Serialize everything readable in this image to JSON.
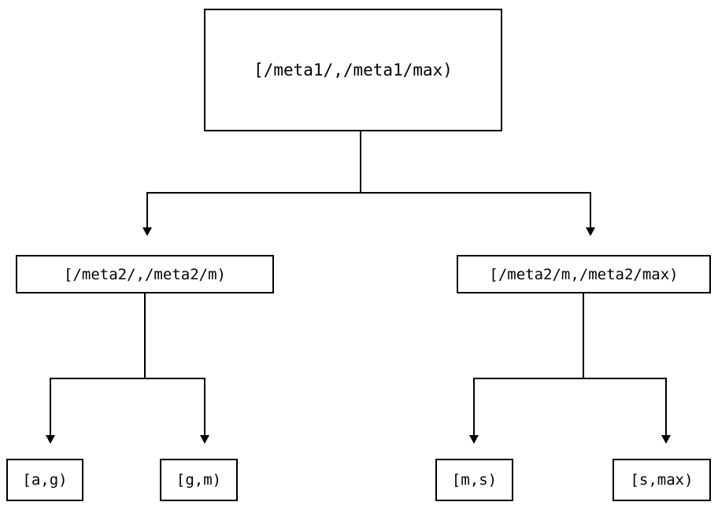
{
  "diagram": {
    "type": "tree",
    "title": "",
    "colors": {
      "background": "#ffffff",
      "stroke": "#000000",
      "text": "#000000",
      "node_fill": "#ffffff"
    },
    "root": {
      "label": "[/meta1/,/meta1/max)"
    },
    "level2": [
      {
        "label": "[/meta2/,/meta2/m)"
      },
      {
        "label": "[/meta2/m,/meta2/max)"
      }
    ],
    "leaves": [
      {
        "label": "[a,g)"
      },
      {
        "label": "[g,m)"
      },
      {
        "label": "[m,s)"
      },
      {
        "label": "[s,max)"
      }
    ],
    "edges": [
      {
        "from": "[/meta1/,/meta1/max)",
        "to": "[/meta2/,/meta2/m)",
        "arrowhead": "triangle-down"
      },
      {
        "from": "[/meta1/,/meta1/max)",
        "to": "[/meta2/m,/meta2/max)",
        "arrowhead": "triangle-down"
      },
      {
        "from": "[/meta2/,/meta2/m)",
        "to": "[a,g)",
        "arrowhead": "triangle-down"
      },
      {
        "from": "[/meta2/,/meta2/m)",
        "to": "[g,m)",
        "arrowhead": "triangle-down"
      },
      {
        "from": "[/meta2/m,/meta2/max)",
        "to": "[m,s)",
        "arrowhead": "triangle-down"
      },
      {
        "from": "[/meta2/m,/meta2/max)",
        "to": "[s,max)",
        "arrowhead": "triangle-down"
      }
    ]
  }
}
